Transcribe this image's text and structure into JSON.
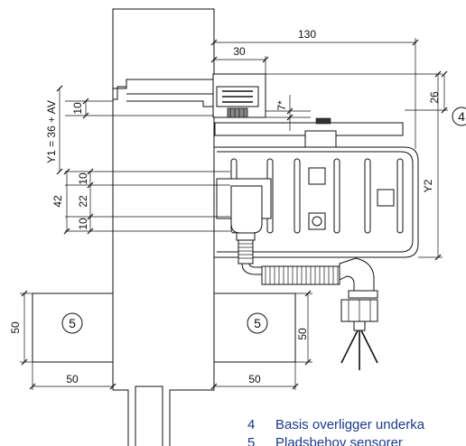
{
  "dimensions": {
    "d130": "130",
    "d30": "30",
    "d26": "26",
    "d7": "7*",
    "d10top": "10",
    "y1": "Y1 = 36 + AV",
    "y2": "Y2",
    "d10a": "10",
    "d22": "22",
    "d10b": "10",
    "d42": "42",
    "d50v_left": "50",
    "d50v_right": "50",
    "d50h_left": "50",
    "d50h_right": "50"
  },
  "callouts": {
    "c4": "4",
    "c5_left": "5",
    "c5_right": "5"
  },
  "legend": [
    {
      "num": "4",
      "text": "Basis overligger underka"
    },
    {
      "num": "5",
      "text": "Pladsbehov sensorer"
    }
  ],
  "colors": {
    "line": "#111111",
    "legend_text": "#1a3a8a"
  }
}
